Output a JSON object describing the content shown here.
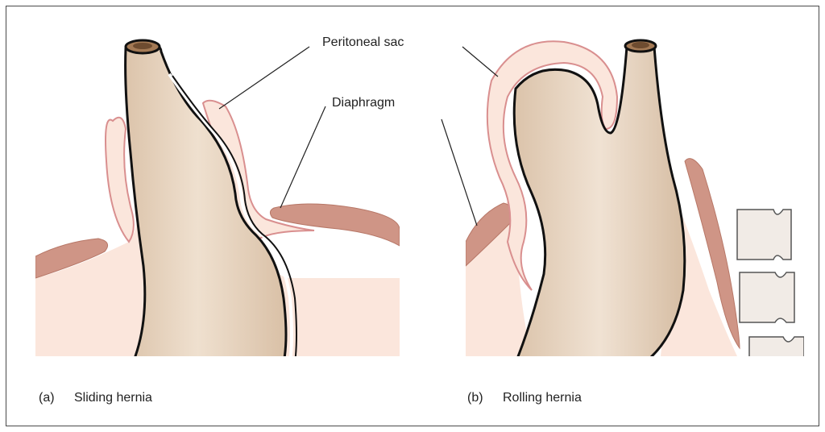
{
  "labels": {
    "peritoneal_sac": "Peritoneal sac",
    "diaphragm": "Diaphragm"
  },
  "panels": [
    {
      "tag": "(a)",
      "caption": "Sliding hernia"
    },
    {
      "tag": "(b)",
      "caption": "Rolling hernia"
    }
  ],
  "colors": {
    "stomach": "#e7d5c0",
    "stomach_light": "#f2e6d8",
    "peritoneum_fill": "#fbe6dc",
    "peritoneum_line": "#d98f8f",
    "diaphragm_muscle": "#cf9586",
    "vertebra": "#f1ebe6",
    "outline": "#111111"
  }
}
